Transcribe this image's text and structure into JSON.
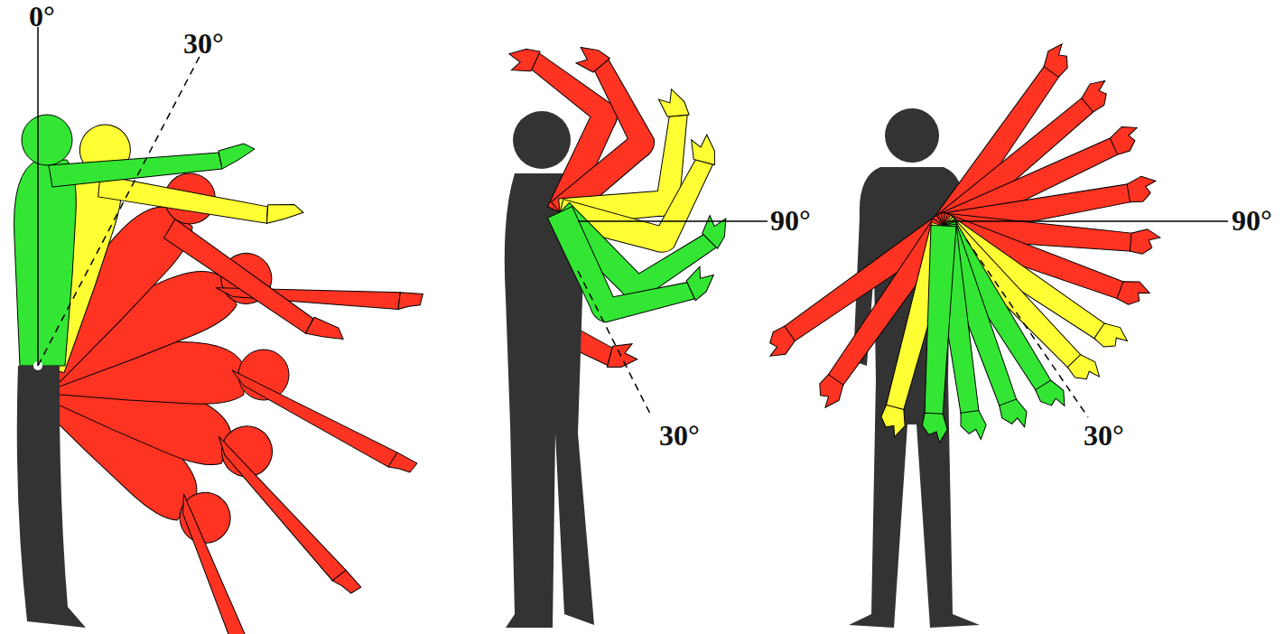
{
  "diagram": {
    "labels": [
      "0°",
      "30°",
      "90°",
      "30°",
      "90°",
      "30°"
    ]
  }
}
